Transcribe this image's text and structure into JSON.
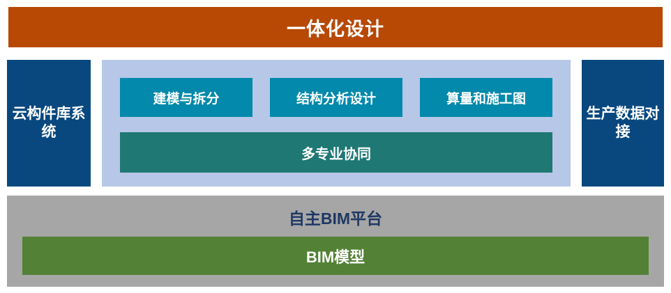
{
  "header": {
    "title": "一体化设计",
    "color": "#b74905"
  },
  "pillars": {
    "left": {
      "label": "云构件库系统",
      "line1": "云构件",
      "line2": "库系统",
      "color": "#09487f"
    },
    "right": {
      "label": "生产数据对接",
      "line1": "生产数",
      "line2": "据对接",
      "color": "#09487f"
    }
  },
  "center": {
    "panel_color": "#b6c7e7",
    "modules": [
      {
        "label": "建模与拆分",
        "color": "#0289ab"
      },
      {
        "label": "结构分析设计",
        "color": "#0289ab"
      },
      {
        "label": "算量和施工图",
        "color": "#0289ab"
      }
    ],
    "collaboration": {
      "label": "多专业协同",
      "color": "#1f7874"
    }
  },
  "platform": {
    "title": "自主BIM平台",
    "title_color": "#1f3864",
    "panel_color": "#a6a6a6",
    "model": {
      "label": "BIM模型",
      "color": "#538135"
    }
  }
}
